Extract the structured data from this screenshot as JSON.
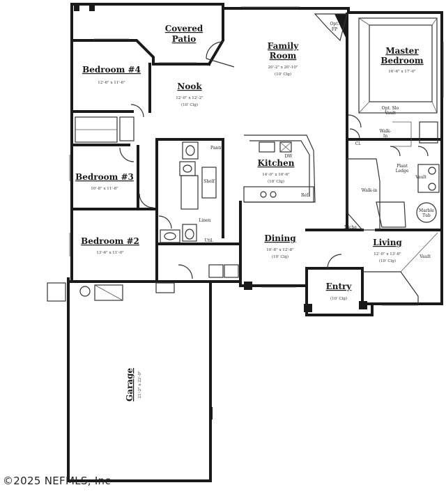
{
  "plan": {
    "rooms": [
      {
        "id": "covered-patio",
        "lines": [
          "Covered",
          "Patio"
        ],
        "dims": []
      },
      {
        "id": "family-room",
        "lines": [
          "Family",
          "Room"
        ],
        "dims": [
          "20'-2\" x 20'-10\"",
          "(10' Clg)"
        ]
      },
      {
        "id": "master-bedroom",
        "lines": [
          "Master",
          "Bedroom"
        ],
        "dims": [
          "16'-6\" x 17'-0\""
        ]
      },
      {
        "id": "bedroom-4",
        "lines": [
          "Bedroom #4"
        ],
        "dims": [
          "12'-6\" x 11'-6\""
        ]
      },
      {
        "id": "nook",
        "lines": [
          "Nook"
        ],
        "dims": [
          "12'-0\" x 12'-2\"",
          "(10' Clg)"
        ]
      },
      {
        "id": "kitchen",
        "lines": [
          "Kitchen"
        ],
        "dims": [
          "14'-0\" x 10'-6\"",
          "(10' Clg)"
        ]
      },
      {
        "id": "bedroom-3",
        "lines": [
          "Bedroom #3"
        ],
        "dims": [
          "10'-8\" x 11'-8\""
        ]
      },
      {
        "id": "bedroom-2",
        "lines": [
          "Bedroom #2"
        ],
        "dims": [
          "13'-6\" x 11'-0\""
        ]
      },
      {
        "id": "dining",
        "lines": [
          "Dining"
        ],
        "dims": [
          "10'-6\" x 12'-8\"",
          "(10' Clg)"
        ]
      },
      {
        "id": "living",
        "lines": [
          "Living"
        ],
        "dims": [
          "12'-0\" x 13'-8\"",
          "(10' Clg)"
        ]
      },
      {
        "id": "entry",
        "lines": [
          "Entry"
        ],
        "dims": [
          "(10' Clg)"
        ]
      },
      {
        "id": "garage",
        "lines": [
          "Garage"
        ],
        "dims": [
          "21'-2\" x 22'-0\""
        ]
      }
    ],
    "small_labels": {
      "opt_fp": [
        "Opt.",
        "FP"
      ],
      "opt_tray": [
        "Opt. Slo",
        "Vault"
      ],
      "walkin_1": [
        "Walk-",
        "In"
      ],
      "walkin_2": [
        "Walk-in"
      ],
      "plant_ledge": [
        "Plant",
        "Ledge"
      ],
      "vault": [
        "Vault"
      ],
      "vault_living": [
        "Vault"
      ],
      "whirlpool": [
        "Marble",
        "Tub"
      ],
      "niche": [
        "Niche"
      ],
      "pantry": [
        "Pantry"
      ],
      "dw": [
        "DW"
      ],
      "ref": [
        "Ref."
      ],
      "linen": [
        "Linen"
      ],
      "shelf": [
        "Shelf"
      ],
      "util": [
        "Util."
      ],
      "closet": [
        "Cl."
      ]
    },
    "copyright": "©2025 NEFMLS, Inc"
  }
}
